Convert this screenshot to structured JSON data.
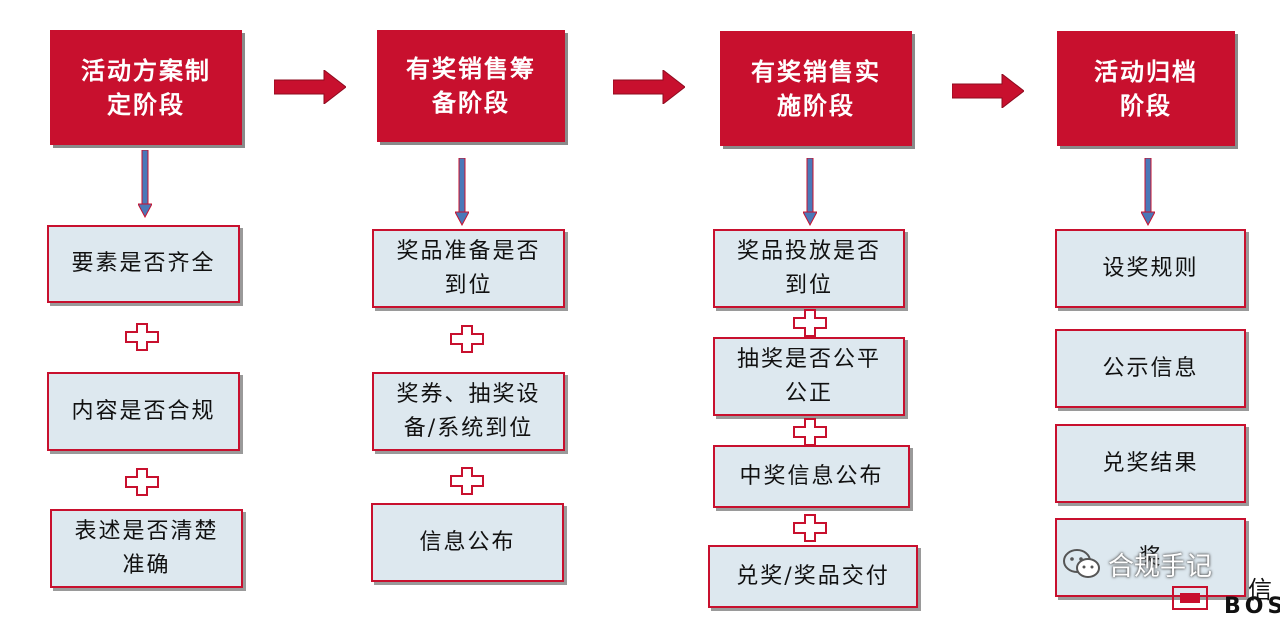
{
  "stages": [
    {
      "label": "活动方案制\n定阶段",
      "items": [
        "要素是否齐全",
        "内容是否合规",
        "表述是否清楚\n准确"
      ]
    },
    {
      "label": "有奖销售筹\n备阶段",
      "items": [
        "奖品准备是否\n到位",
        "奖券、抽奖设\n备/系统到位",
        "信息公布"
      ]
    },
    {
      "label": "有奖销售实\n施阶段",
      "items": [
        "奖品投放是否\n到位",
        "抽奖是否公平\n公正",
        "中奖信息公布",
        "兑奖/奖品交付"
      ]
    },
    {
      "label": "活动归档\n阶段",
      "items": [
        "设奖规则",
        "公示信息",
        "兑奖结果",
        "奖"
      ]
    }
  ],
  "watermark": {
    "text": "合规手记",
    "icon": "wechat-icon"
  },
  "logo": {
    "cn": "信",
    "en": "BOS"
  },
  "colors": {
    "stage_fill": "#c8102e",
    "item_fill": "#dde8ef",
    "item_border": "#c8102e",
    "arrow_blue": "#4a78b8"
  }
}
